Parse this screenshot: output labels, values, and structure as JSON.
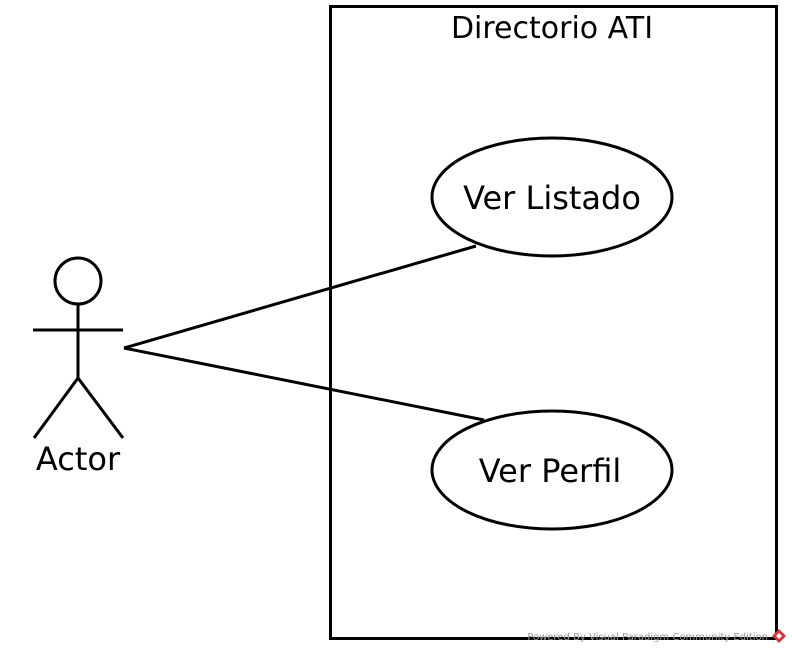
{
  "diagram": {
    "system": {
      "title": "Directorio ATI"
    },
    "actor": {
      "label": "Actor"
    },
    "use_cases": [
      {
        "label": "Ver Listado"
      },
      {
        "label": "Ver Perfil"
      }
    ],
    "watermark": {
      "text": "Powered By Visual Paradigm Community Edition",
      "icon": "visual-paradigm-logo-icon"
    }
  }
}
